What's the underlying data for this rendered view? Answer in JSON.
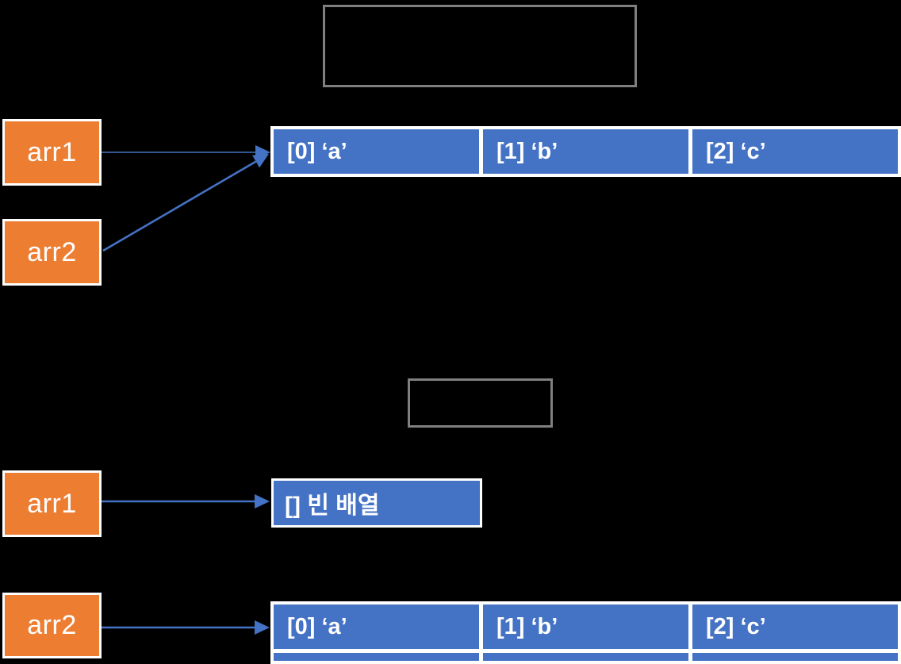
{
  "diagram": {
    "background": "#000000",
    "colors": {
      "pointer_fill": "#ED7D31",
      "array_fill": "#4472C4",
      "arrow": "#4472C4",
      "empty_box_border": "#7F7F7F",
      "text": "#FFFFFF"
    },
    "before": {
      "title_box_text": "",
      "pointer_arr1": "arr1",
      "pointer_arr2": "arr2",
      "array_cells": [
        "[0] ‘a’",
        "[1] ‘b’",
        "[2] ‘c’"
      ]
    },
    "after": {
      "title_box_text": "",
      "pointer_arr1": "arr1",
      "pointer_arr2": "arr2",
      "arr1_array_cells": [
        "[] 빈 배열"
      ],
      "arr2_array_cells": [
        "[0] ‘a’",
        "[1] ‘b’",
        "[2] ‘c’"
      ]
    }
  }
}
